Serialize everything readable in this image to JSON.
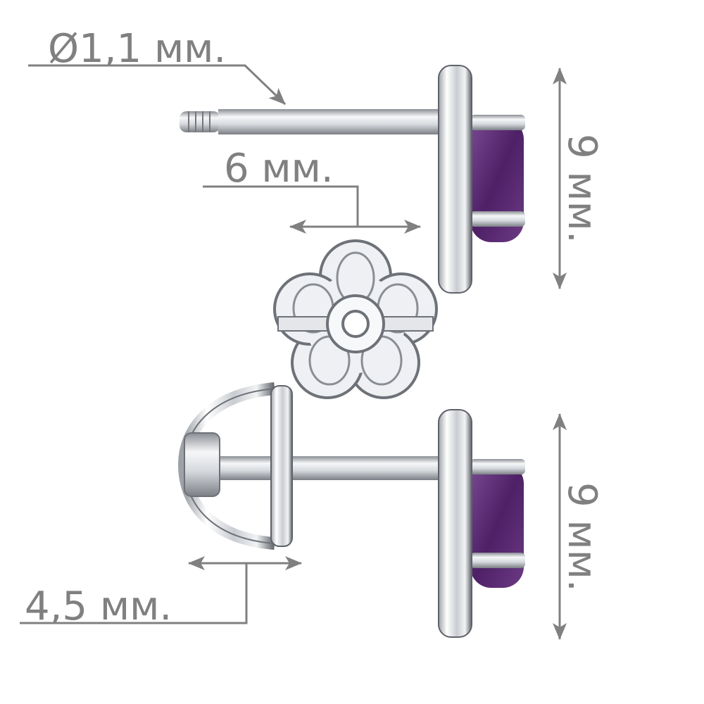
{
  "labels": {
    "diameter": "Ø1,1 мм.",
    "post_length": "6 мм.",
    "height_top": "9 мм.",
    "height_bottom": "9 мм.",
    "back_depth": "4,5 мм."
  },
  "colors": {
    "dimension": "#808080",
    "metal_light": "#f4f5f7",
    "metal_dark": "#6e7278",
    "stone": "#5b2d72"
  }
}
